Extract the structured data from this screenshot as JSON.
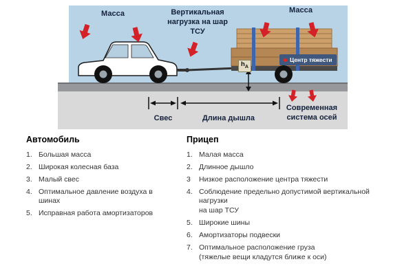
{
  "diagram": {
    "mass_left": "Масса",
    "vertical_load": "Вертикальная нагрузка на шар ТСУ",
    "mass_right": "Масса",
    "center_of_gravity": "Центр тяжести",
    "height_label": "h",
    "height_sub": "A",
    "overhang": "Свес",
    "drawbar_length": "Длина дышла",
    "axle_system": "Современная система осей",
    "colors": {
      "sky": "#b9d3e6",
      "road": "#96989b",
      "ground": "#d9d9d9",
      "arrow_red": "#d42127",
      "label_navy": "#14213d",
      "cargo_brown": "#cda06b",
      "strap_blue": "#3f66ad",
      "cog_badge_bg": "#40587e"
    }
  },
  "car_list": {
    "title": "Автомобиль",
    "items": [
      {
        "num": "1.",
        "text": "Большая масса"
      },
      {
        "num": "2.",
        "text": "Широкая колесная база"
      },
      {
        "num": "3.",
        "text": "Малый свес"
      },
      {
        "num": "4.",
        "text": "Оптимальное давление воздуха в шинах"
      },
      {
        "num": "5.",
        "text": "Исправная работа амортизаторов"
      }
    ]
  },
  "trailer_list": {
    "title": "Прицеп",
    "items": [
      {
        "num": "1.",
        "text": "Малая масса"
      },
      {
        "num": "2.",
        "text": "Длинное дышло"
      },
      {
        "num": "3",
        "text": "Низкое расположение центра тяжести"
      },
      {
        "num": "4.",
        "text": "Соблюдение предельно допустимой вертикальной нагрузки\nна шар ТСУ"
      },
      {
        "num": "5.",
        "text": "Широкие шины"
      },
      {
        "num": "6.",
        "text": "Амортизаторы подвески"
      },
      {
        "num": "7.",
        "text": "Оптимальное расположение груза\n(тяжелые вещи кладутся ближе к оси)"
      }
    ]
  }
}
